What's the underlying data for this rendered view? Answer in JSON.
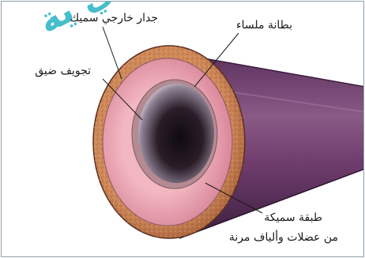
{
  "labels": {
    "outer_wall": "جدار خارجي سميك",
    "inner_lining": "بطانة ملساء",
    "narrow_lumen": "تجويف ضيق",
    "thick_layer_line1": "طبقة سميكة",
    "thick_layer_line2": "من عضلات وألياف مرنة"
  },
  "watermark": "لي ية",
  "colors": {
    "outer_wall": "#c07a4e",
    "muscle_layer": "#e9a6b0",
    "lining": "#b58a92",
    "lumen": "#2a1d28",
    "vessel_body": "#6b3a6a",
    "watermark": "#27b3c4"
  }
}
